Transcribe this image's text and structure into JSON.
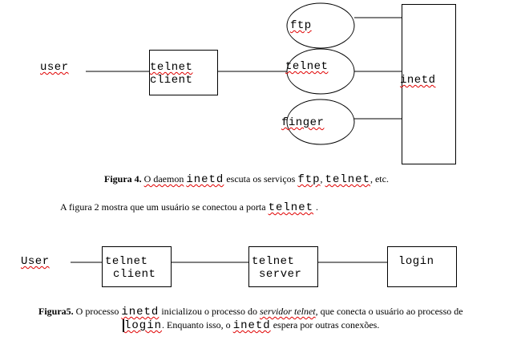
{
  "figure4": {
    "user": "user",
    "telnet_client": [
      "telnet",
      "client"
    ],
    "services": [
      "ftp",
      "telnet",
      "finger"
    ],
    "inetd": "inetd",
    "caption": {
      "label": "Figura 4.",
      "t1": "O daemon",
      "inetd": "inetd",
      "t2": "escuta os serviços",
      "ftp": "ftp",
      "comma": ",",
      "telnet": "telnet",
      "t3": ", etc."
    }
  },
  "paragraph": {
    "t1": "A figura 2 mostra que um usuário se conectou a porta",
    "telnet": "telnet",
    "t2": "."
  },
  "figure5": {
    "user": "User",
    "telnet_client": [
      "telnet",
      "client"
    ],
    "telnet_server": [
      "telnet",
      "server"
    ],
    "login": "login",
    "caption": {
      "label": "Figura5.",
      "t1": "O processo",
      "inetd": "inetd",
      "t2": "inicializou o processo do",
      "servidor": "servidor telnet",
      "t3": ", que conecta o usuário ao processo de",
      "login": "login",
      "t4": ". Enquanto isso, o",
      "inetd2": "inetd",
      "t5": "espera por outras conexões."
    }
  }
}
